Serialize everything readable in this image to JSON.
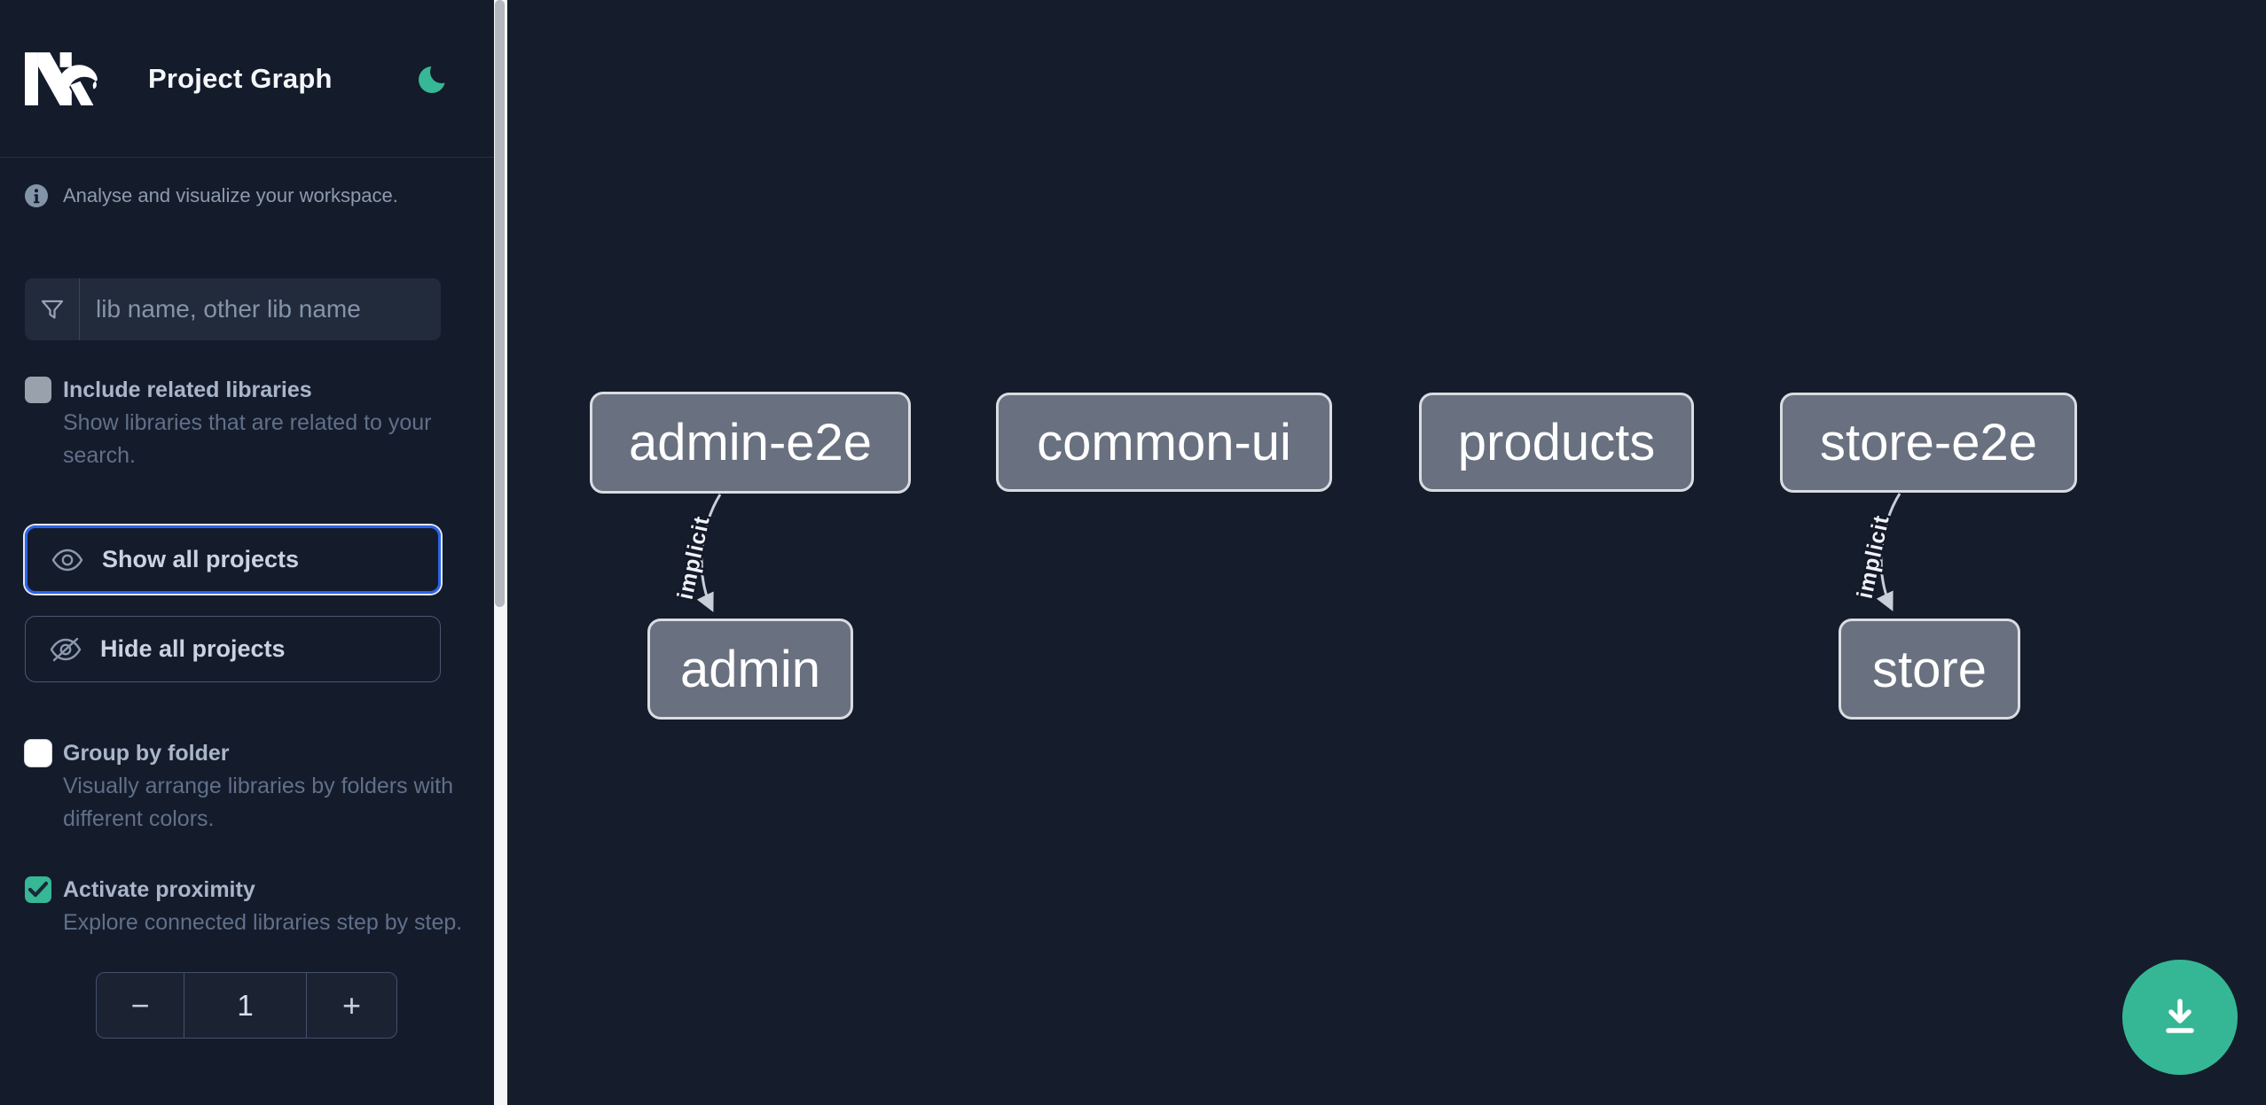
{
  "header": {
    "title": "Project Graph",
    "logo": "nx-logo",
    "theme_toggle_icon": "moon-icon"
  },
  "sidebar": {
    "info_text": "Analyse and visualize your workspace.",
    "filter": {
      "placeholder": "lib name, other lib name",
      "value": "",
      "icon": "funnel-icon"
    },
    "include_related": {
      "label": "Include related libraries",
      "description": "Show libraries that are related to your search.",
      "checked": false
    },
    "buttons": {
      "show_all": {
        "label": "Show all projects",
        "icon": "eye-icon",
        "focused": true
      },
      "hide_all": {
        "label": "Hide all projects",
        "icon": "eye-off-icon",
        "focused": false
      }
    },
    "group_by_folder": {
      "label": "Group by folder",
      "description": "Visually arrange libraries by folders with different colors.",
      "checked": false
    },
    "proximity": {
      "label": "Activate proximity",
      "description": "Explore connected libraries step by step.",
      "checked": true
    },
    "stepper": {
      "decrement": "−",
      "value": "1",
      "increment": "+"
    }
  },
  "graph": {
    "nodes": [
      {
        "label": "admin-e2e"
      },
      {
        "label": "common-ui"
      },
      {
        "label": "products"
      },
      {
        "label": "store-e2e"
      },
      {
        "label": "admin"
      },
      {
        "label": "store"
      }
    ],
    "edges": [
      {
        "from": "admin-e2e",
        "to": "admin",
        "label": "implicit"
      },
      {
        "from": "store-e2e",
        "to": "store",
        "label": "implicit"
      }
    ]
  },
  "fab": {
    "icon": "download-icon"
  },
  "colors": {
    "accent_teal": "#36b795",
    "focus_blue": "#2c63e9",
    "node_fill": "#69707f",
    "node_border": "#d9dce1",
    "sidebar_bg": "#141b2b",
    "canvas_bg": "#151c2b"
  }
}
